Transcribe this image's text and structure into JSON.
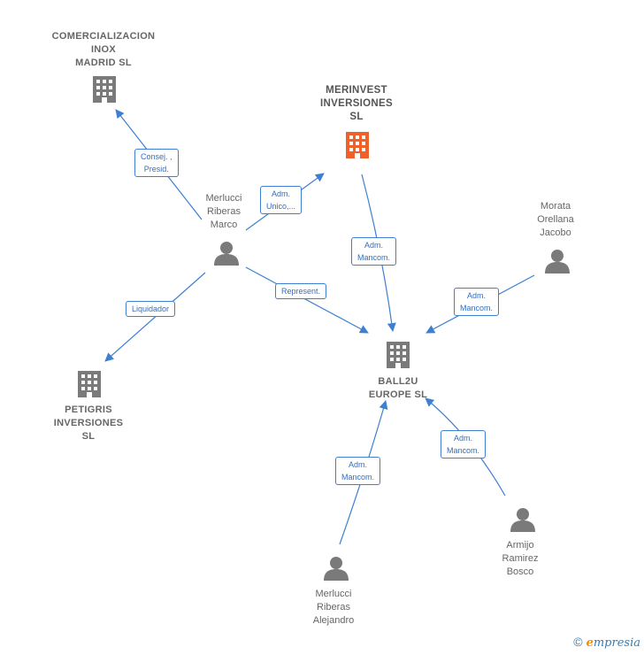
{
  "nodes": {
    "comercializacion": {
      "lines": [
        "COMERCIALIZACION",
        "INOX",
        "MADRID SL"
      ]
    },
    "merinvest": {
      "lines": [
        "MERINVEST",
        "INVERSIONES",
        "SL"
      ]
    },
    "ball2u": {
      "lines": [
        "BALL2U",
        "EUROPE  SL"
      ]
    },
    "petigris": {
      "lines": [
        "PETIGRIS",
        "INVERSIONES",
        "SL"
      ]
    },
    "merlucci_marco": {
      "lines": [
        "Merlucci",
        "Riberas",
        "Marco"
      ]
    },
    "morata": {
      "lines": [
        "Morata",
        "Orellana",
        "Jacobo"
      ]
    },
    "armijo": {
      "lines": [
        "Armijo",
        "Ramirez",
        "Bosco"
      ]
    },
    "merlucci_alejandro": {
      "lines": [
        "Merlucci",
        "Riberas",
        "Alejandro"
      ]
    }
  },
  "edges": {
    "consej": {
      "lines": [
        "Consej. ,",
        "Presid."
      ]
    },
    "adm_unico": {
      "lines": [
        "Adm.",
        "Unico,..."
      ]
    },
    "liquidador": {
      "lines": [
        "Liquidador"
      ]
    },
    "represent": {
      "lines": [
        "Represent."
      ]
    },
    "merinvest_mancom": {
      "lines": [
        "Adm.",
        "Mancom."
      ]
    },
    "morata_mancom": {
      "lines": [
        "Adm.",
        "Mancom."
      ]
    },
    "armijo_mancom": {
      "lines": [
        "Adm.",
        "Mancom."
      ]
    },
    "alejandro_mancom": {
      "lines": [
        "Adm.",
        "Mancom."
      ]
    }
  },
  "colors": {
    "edge": "#3d7fd1",
    "company_icon": "#7a7a7a",
    "focus_company_icon": "#f0602a",
    "person_icon": "#7a7a7a"
  },
  "brand": {
    "symbol": "©",
    "first": "e",
    "rest": "mpresia"
  }
}
